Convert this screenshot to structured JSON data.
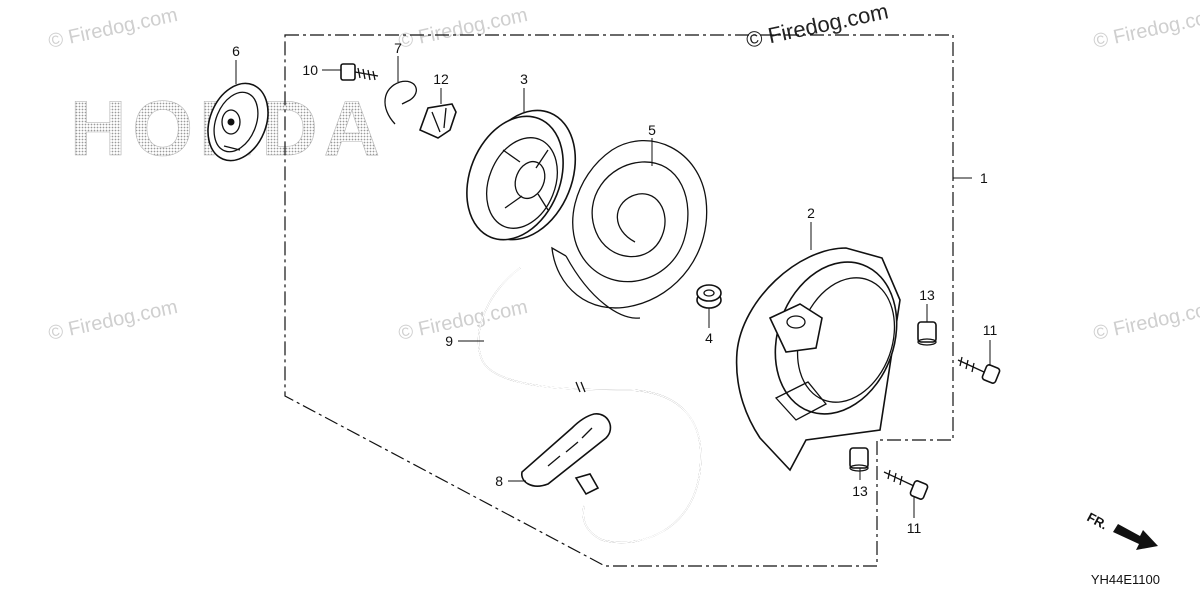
{
  "diagram": {
    "brand_watermark": "HONDA",
    "watermark_text": "© Firedog.com",
    "diagram_code": "YH44E1100",
    "direction_label": "FR.",
    "callouts": {
      "p1": "1",
      "p2": "2",
      "p3": "3",
      "p4": "4",
      "p5": "5",
      "p6": "6",
      "p7": "7",
      "p8": "8",
      "p9": "9",
      "p10": "10",
      "p11a": "11",
      "p11b": "11",
      "p12": "12",
      "p13a": "13",
      "p13b": "13"
    },
    "colors": {
      "line": "#111111",
      "watermark": "#cfcfcf",
      "background": "#ffffff"
    }
  }
}
